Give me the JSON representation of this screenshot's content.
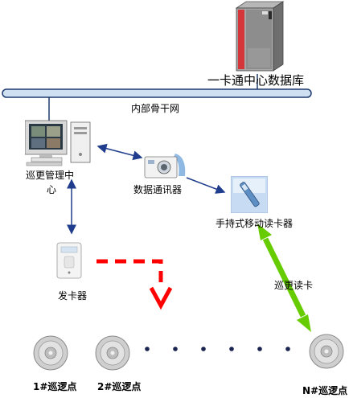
{
  "server": {
    "label": "一卡通中心数据库"
  },
  "backbone": {
    "label": "内部骨干网"
  },
  "patrol_center": {
    "label_line1": "巡更管理中",
    "label_line2": "心"
  },
  "data_comm": {
    "label": "数据通讯器"
  },
  "handheld_reader": {
    "label": "手持式移动读卡器"
  },
  "card_issuer": {
    "label": "发卡器"
  },
  "read_card_link": {
    "label": "巡更读卡"
  },
  "checkpoints": [
    {
      "label": "1#巡逻点"
    },
    {
      "label": "2#巡逻点"
    },
    {
      "label": "N#巡逻点"
    }
  ],
  "colors": {
    "backbone_fill": "#cfe0f2",
    "backbone_stroke": "#1f3a6e",
    "link_arrow": "#1f3d8c",
    "dashed_arrow": "#ff0000",
    "read_arrow": "#66cc00"
  }
}
